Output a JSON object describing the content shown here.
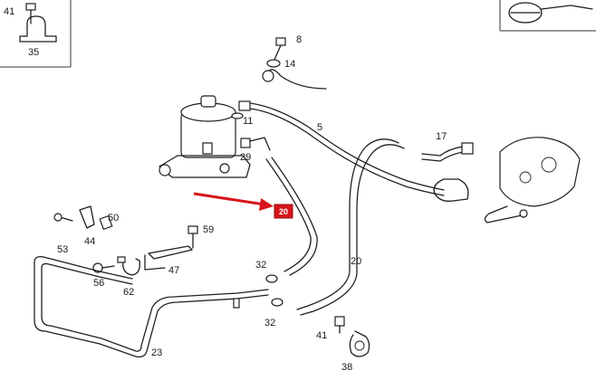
{
  "diagram": {
    "labels": {
      "p41_inset": "41",
      "p35": "35",
      "p8": "8",
      "p14": "14",
      "p11": "11",
      "p5": "5",
      "p29": "29",
      "p17": "17",
      "p50": "50",
      "p44": "44",
      "p53": "53",
      "p59": "59",
      "p20": "20",
      "p32a": "32",
      "p32b": "32",
      "p56": "56",
      "p62": "62",
      "p47": "47",
      "p23": "23",
      "p41": "41",
      "p38": "38"
    },
    "highlight": {
      "label": "20",
      "color": "#d6141b"
    }
  }
}
